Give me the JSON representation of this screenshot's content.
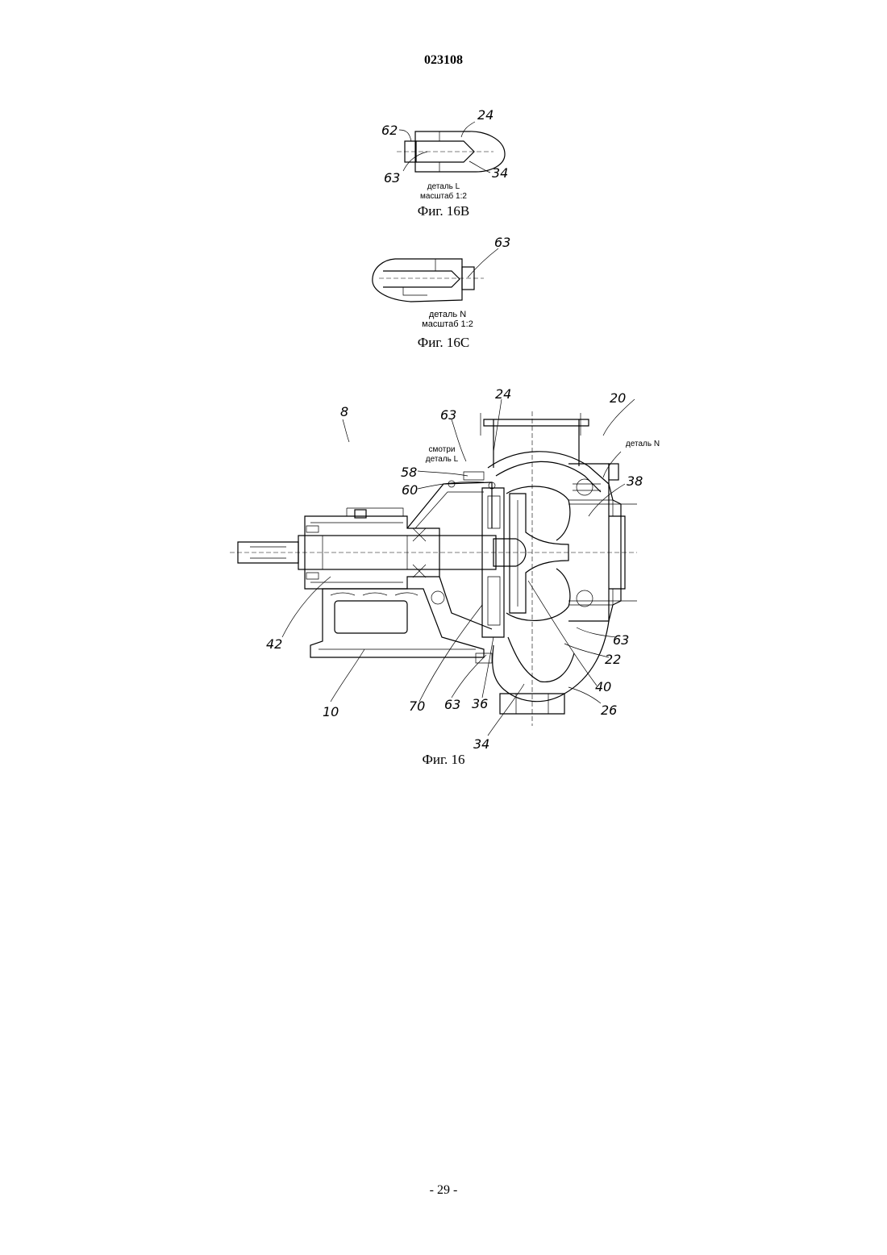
{
  "header": {
    "doc_number": "023108"
  },
  "fig16b": {
    "caption": "Фиг. 16B",
    "note_line1": "деталь L",
    "note_line2": "масштаб 1:2",
    "labels": {
      "l62": "62",
      "l24": "24",
      "l63": "63",
      "l34": "34"
    }
  },
  "fig16c": {
    "caption": "Фиг. 16C",
    "note_line1": "деталь N",
    "note_line2": "масштаб 1:2",
    "labels": {
      "l63": "63"
    }
  },
  "fig16": {
    "caption": "Фиг. 16",
    "see_line1": "смотри",
    "see_line2": "деталь L",
    "detail_n": "деталь N",
    "labels": {
      "l8": "8",
      "l24": "24",
      "l20": "20",
      "l63a": "63",
      "l58": "58",
      "l60": "60",
      "l38": "38",
      "l42": "42",
      "l10": "10",
      "l70": "70",
      "l63b": "63",
      "l36": "36",
      "l34": "34",
      "l40": "40",
      "l26": "26",
      "l22": "22",
      "l63c": "63"
    }
  },
  "footer": {
    "page_number": "- 29 -"
  }
}
